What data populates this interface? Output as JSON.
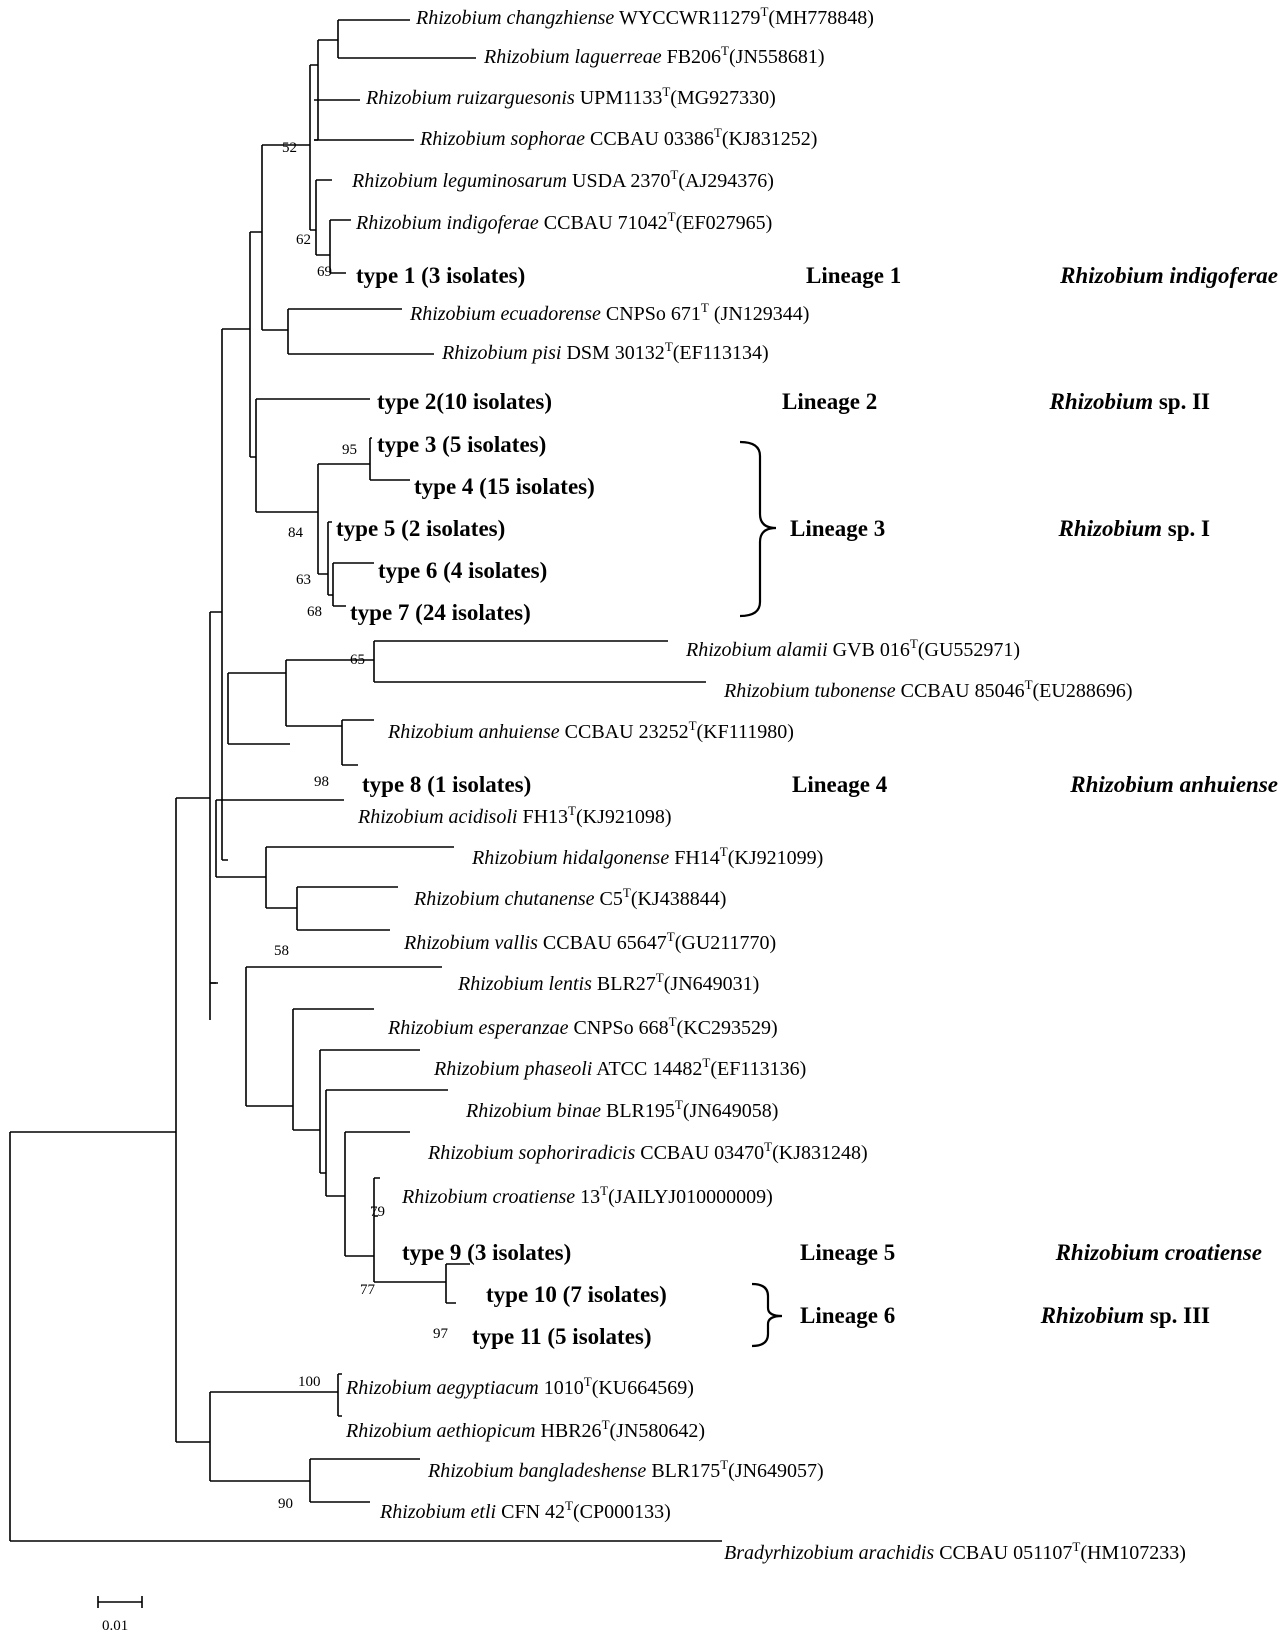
{
  "taxa": [
    {
      "genus": "Rhizobium",
      "epithet": "changzhiense",
      "strain": "WYCCWR11279",
      "acc": "(MH778848)"
    },
    {
      "genus": "Rhizobium",
      "epithet": "laguerreae",
      "strain": "FB206",
      "acc": "(JN558681)"
    },
    {
      "genus": "Rhizobium",
      "epithet": "ruizarguesonis",
      "strain": "UPM1133",
      "acc": "(MG927330)"
    },
    {
      "genus": "Rhizobium",
      "epithet": "sophorae",
      "strain": "CCBAU 03386",
      "acc": "(KJ831252)"
    },
    {
      "genus": "Rhizobium",
      "epithet": "leguminosarum",
      "strain": "USDA 2370",
      "acc": "(AJ294376)"
    },
    {
      "genus": "Rhizobium",
      "epithet": "indigoferae",
      "strain": "CCBAU 71042",
      "acc": "(EF027965)"
    },
    {
      "genus": "Rhizobium",
      "epithet": "ecuadorense",
      "strain": "CNPSo 671",
      "acc": " (JN129344)"
    },
    {
      "genus": "Rhizobium",
      "epithet": "pisi",
      "strain": "DSM 30132",
      "acc": "(EF113134)"
    },
    {
      "genus": "Rhizobium",
      "epithet": "alamii",
      "strain": "GVB 016",
      "acc": "(GU552971)"
    },
    {
      "genus": "Rhizobium",
      "epithet": "tubonense",
      "strain": "CCBAU 85046",
      "acc": "(EU288696)"
    },
    {
      "genus": "Rhizobium",
      "epithet": "anhuiense",
      "strain": "CCBAU 23252",
      "acc": "(KF111980)"
    },
    {
      "genus": "Rhizobium",
      "epithet": "acidisoli",
      "strain": "FH13",
      "acc": "(KJ921098)"
    },
    {
      "genus": "Rhizobium",
      "epithet": "hidalgonense",
      "strain": "FH14",
      "acc": "(KJ921099)"
    },
    {
      "genus": "Rhizobium",
      "epithet": "chutanense",
      "strain": "C5",
      "acc": "(KJ438844)"
    },
    {
      "genus": "Rhizobium",
      "epithet": "vallis",
      "strain": "CCBAU 65647",
      "acc": "(GU211770)"
    },
    {
      "genus": "Rhizobium",
      "epithet": "lentis",
      "strain": "BLR27",
      "acc": "(JN649031)"
    },
    {
      "genus": "Rhizobium",
      "epithet": "esperanzae",
      "strain": "CNPSo 668",
      "acc": "(KC293529)"
    },
    {
      "genus": "Rhizobium",
      "epithet": "phaseoli",
      "strain": "ATCC 14482",
      "acc": "(EF113136)"
    },
    {
      "genus": "Rhizobium",
      "epithet": "binae",
      "strain": "BLR195",
      "acc": "(JN649058)"
    },
    {
      "genus": "Rhizobium",
      "epithet": "sophoriradicis",
      "strain": "CCBAU 03470",
      "acc": "(KJ831248)"
    },
    {
      "genus": "Rhizobium",
      "epithet": "croatiense",
      "strain": "13",
      "acc": "(JAILYJ010000009)"
    },
    {
      "genus": "Rhizobium",
      "epithet": "aegyptiacum",
      "strain": "1010",
      "acc": "(KU664569)"
    },
    {
      "genus": "Rhizobium",
      "epithet": "aethiopicum",
      "strain": "HBR26",
      "acc": "(JN580642)"
    },
    {
      "genus": "Rhizobium",
      "epithet": "bangladeshense",
      "strain": "BLR175",
      "acc": "(JN649057)"
    },
    {
      "genus": "Rhizobium",
      "epithet": "etli",
      "strain": "CFN 42",
      "acc": "(CP000133)"
    },
    {
      "genus": "Bradyrhizobium",
      "epithet": "arachidis",
      "strain": "CCBAU 051107",
      "acc": "(HM107233)"
    }
  ],
  "type_strain_mark": "T",
  "types": [
    "type 1 (3 isolates)",
    "type 2(10 isolates)",
    "type 3 (5 isolates)",
    "type 4 (15 isolates)",
    "type 5 (2 isolates)",
    "type 6 (4 isolates)",
    "type 7 (24 isolates)",
    "type 8 (1 isolates)",
    "type 9 (3 isolates)",
    "type 10 (7 isolates)",
    "type 11 (5 isolates)"
  ],
  "lineages": [
    "Lineage 1",
    "Lineage 2",
    "Lineage 3",
    "Lineage 4",
    "Lineage 5",
    "Lineage 6"
  ],
  "assignments": [
    {
      "genus": "Rhizobium",
      "rest": " indigoferae",
      "rest_italic": true
    },
    {
      "genus": "Rhizobium",
      "rest": " sp. II",
      "rest_italic": false
    },
    {
      "genus": "Rhizobium",
      "rest": " sp. I",
      "rest_italic": false
    },
    {
      "genus": "Rhizobium",
      "rest": " anhuiense",
      "rest_italic": true
    },
    {
      "genus": "Rhizobium",
      "rest": " croatiense",
      "rest_italic": true
    },
    {
      "genus": "Rhizobium",
      "rest": " sp. III",
      "rest_italic": false
    }
  ],
  "bootstrap": [
    "52",
    "62",
    "69",
    "95",
    "84",
    "63",
    "68",
    "65",
    "98",
    "58",
    "79",
    "77",
    "97",
    "100",
    "90"
  ],
  "scale_bar": {
    "label": "0.01"
  }
}
